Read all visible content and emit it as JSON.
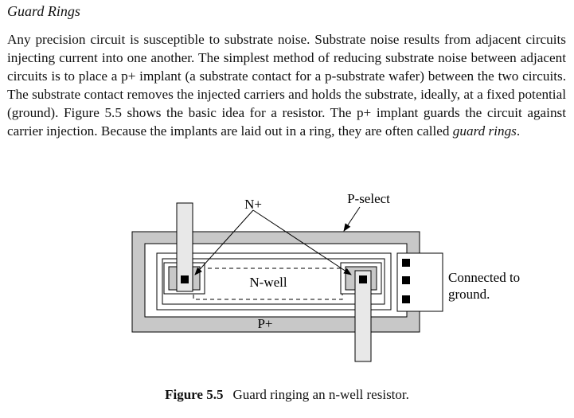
{
  "section": {
    "heading": "Guard Rings"
  },
  "paragraph": {
    "text_before": "Any precision circuit is susceptible to substrate noise. Substrate noise results from adjacent circuits injecting current into one another. The simplest method of reducing substrate noise between adjacent circuits is to place a p+ implant (a substrate contact for a p-substrate wafer) between the two circuits. The substrate contact removes the injected carriers and holds the substrate, ideally, at a fixed potential (ground). Figure 5.5 shows the basic idea for a resistor. The p+ implant guards the circuit against carrier injection. Because the implants are laid out in a ring, they are often called ",
    "emphasis": "guard rings",
    "text_after": "."
  },
  "figure": {
    "labels": {
      "n_plus": "N+",
      "p_select": "P-select",
      "n_well": "N-well",
      "p_plus": "P+",
      "ground_line1": "Connected to",
      "ground_line2": "ground."
    },
    "colors": {
      "implant_gray": "#c8c8c8",
      "metal_fill": "#e8e8e8",
      "contact_black": "#000000"
    }
  },
  "caption": {
    "number": "Figure 5.5",
    "text": "Guard ringing an n-well resistor."
  }
}
